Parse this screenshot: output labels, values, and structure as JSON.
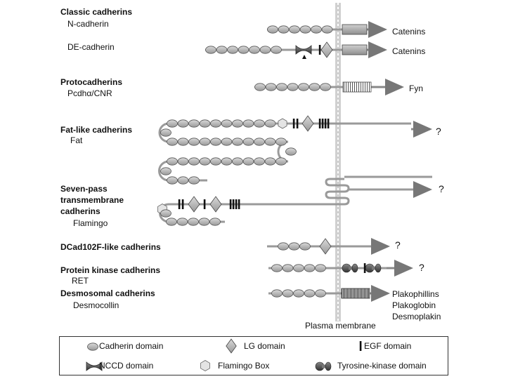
{
  "families": [
    {
      "title": "Classic cadherins",
      "members": [
        "N-cadherin",
        "DE-cadherin"
      ]
    },
    {
      "title": "Protocadherins",
      "members": [
        "Pcdhα/CNR"
      ]
    },
    {
      "title": "Fat-like cadherins",
      "members": [
        "Fat"
      ]
    },
    {
      "title": "Seven-pass transmembrane cadherins",
      "title_lines": [
        "Seven-pass",
        "transmembrane",
        "cadherins"
      ],
      "members": [
        "Flamingo"
      ]
    },
    {
      "title": "DCad102F-like cadherins",
      "members": []
    },
    {
      "title": "Protein kinase cadherins",
      "members": [
        "RET"
      ]
    },
    {
      "title": "Desmosomal cadherins",
      "members": [
        "Desmocollin"
      ]
    }
  ],
  "partners": {
    "ncad": "Catenins",
    "decad": "Catenins",
    "pcdh": "Fyn",
    "fat": "?",
    "flamingo": "?",
    "dcad102f": "?",
    "ret": "?",
    "desmo": [
      "Plakophillins",
      "Plakoglobin",
      "Desmoplakin"
    ]
  },
  "membrane_label": "Plasma membrane",
  "legend": [
    {
      "icon": "cadherin-domain",
      "label": "Cadherin domain"
    },
    {
      "icon": "lg-domain",
      "label": "LG domain"
    },
    {
      "icon": "egf-domain",
      "label": "EGF domain"
    },
    {
      "icon": "nccd-domain",
      "label": "NCCD domain"
    },
    {
      "icon": "flamingo-box",
      "label": "Flamingo Box"
    },
    {
      "icon": "tyrosine-kinase-domain",
      "label": "Tyrosine-kinase domain"
    }
  ]
}
